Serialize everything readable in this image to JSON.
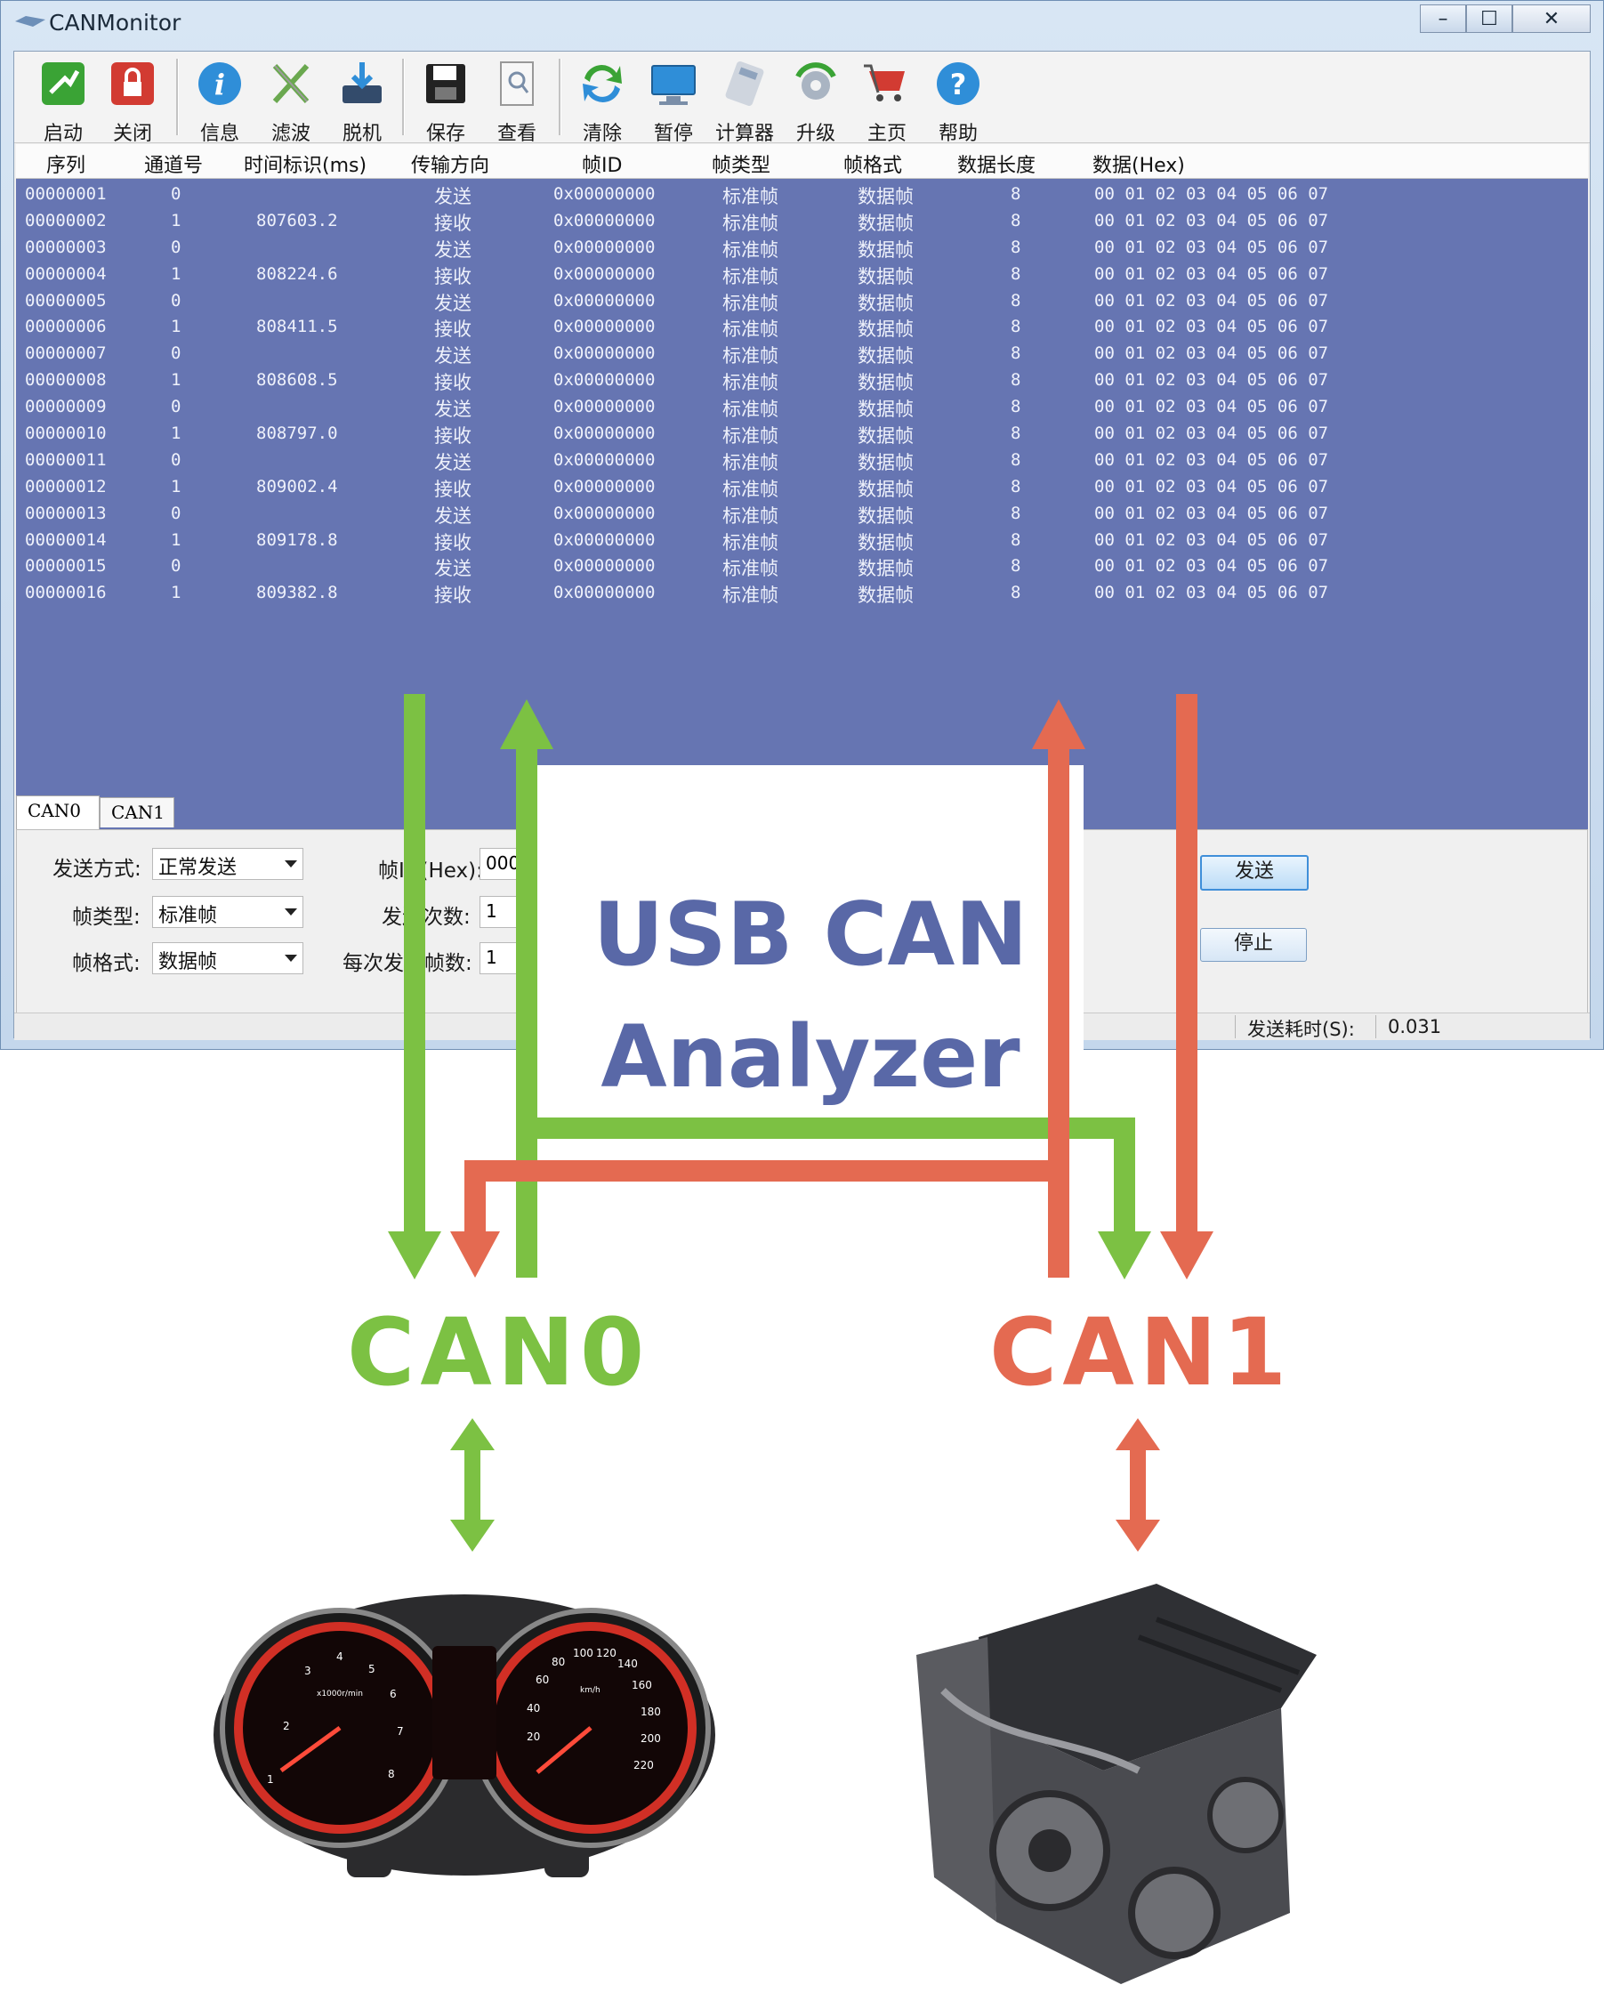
{
  "window": {
    "title": "CANMonitor",
    "controls": [
      "–",
      "☐",
      "✕"
    ]
  },
  "toolbar": {
    "items": [
      {
        "label": "启动",
        "icon": "start-icon"
      },
      {
        "label": "关闭",
        "icon": "close-device-icon"
      },
      {
        "label": "信息",
        "icon": "info-icon"
      },
      {
        "label": "滤波",
        "icon": "filter-icon"
      },
      {
        "label": "脱机",
        "icon": "offline-icon"
      },
      {
        "label": "保存",
        "icon": "save-icon"
      },
      {
        "label": "查看",
        "icon": "view-icon"
      },
      {
        "label": "清除",
        "icon": "clear-icon"
      },
      {
        "label": "暂停",
        "icon": "pause-icon"
      },
      {
        "label": "计算器",
        "icon": "calculator-icon"
      },
      {
        "label": "升级",
        "icon": "upgrade-icon"
      },
      {
        "label": "主页",
        "icon": "homepage-icon"
      },
      {
        "label": "帮助",
        "icon": "help-icon"
      }
    ]
  },
  "grid": {
    "headers": [
      "序列",
      "通道号",
      "时间标识(ms)",
      "传输方向",
      "帧ID",
      "帧类型",
      "帧格式",
      "数据长度",
      "数据(Hex)"
    ],
    "rows": [
      [
        "00000001",
        "0",
        "",
        "发送",
        "0x00000000",
        "标准帧",
        "数据帧",
        "8",
        "00 01 02 03 04 05 06 07"
      ],
      [
        "00000002",
        "1",
        "807603.2",
        "接收",
        "0x00000000",
        "标准帧",
        "数据帧",
        "8",
        "00 01 02 03 04 05 06 07"
      ],
      [
        "00000003",
        "0",
        "",
        "发送",
        "0x00000000",
        "标准帧",
        "数据帧",
        "8",
        "00 01 02 03 04 05 06 07"
      ],
      [
        "00000004",
        "1",
        "808224.6",
        "接收",
        "0x00000000",
        "标准帧",
        "数据帧",
        "8",
        "00 01 02 03 04 05 06 07"
      ],
      [
        "00000005",
        "0",
        "",
        "发送",
        "0x00000000",
        "标准帧",
        "数据帧",
        "8",
        "00 01 02 03 04 05 06 07"
      ],
      [
        "00000006",
        "1",
        "808411.5",
        "接收",
        "0x00000000",
        "标准帧",
        "数据帧",
        "8",
        "00 01 02 03 04 05 06 07"
      ],
      [
        "00000007",
        "0",
        "",
        "发送",
        "0x00000000",
        "标准帧",
        "数据帧",
        "8",
        "00 01 02 03 04 05 06 07"
      ],
      [
        "00000008",
        "1",
        "808608.5",
        "接收",
        "0x00000000",
        "标准帧",
        "数据帧",
        "8",
        "00 01 02 03 04 05 06 07"
      ],
      [
        "00000009",
        "0",
        "",
        "发送",
        "0x00000000",
        "标准帧",
        "数据帧",
        "8",
        "00 01 02 03 04 05 06 07"
      ],
      [
        "00000010",
        "1",
        "808797.0",
        "接收",
        "0x00000000",
        "标准帧",
        "数据帧",
        "8",
        "00 01 02 03 04 05 06 07"
      ],
      [
        "00000011",
        "0",
        "",
        "发送",
        "0x00000000",
        "标准帧",
        "数据帧",
        "8",
        "00 01 02 03 04 05 06 07"
      ],
      [
        "00000012",
        "1",
        "809002.4",
        "接收",
        "0x00000000",
        "标准帧",
        "数据帧",
        "8",
        "00 01 02 03 04 05 06 07"
      ],
      [
        "00000013",
        "0",
        "",
        "发送",
        "0x00000000",
        "标准帧",
        "数据帧",
        "8",
        "00 01 02 03 04 05 06 07"
      ],
      [
        "00000014",
        "1",
        "809178.8",
        "接收",
        "0x00000000",
        "标准帧",
        "数据帧",
        "8",
        "00 01 02 03 04 05 06 07"
      ],
      [
        "00000015",
        "0",
        "",
        "发送",
        "0x00000000",
        "标准帧",
        "数据帧",
        "8",
        "00 01 02 03 04 05 06 07"
      ],
      [
        "00000016",
        "1",
        "809382.8",
        "接收",
        "0x00000000",
        "标准帧",
        "数据帧",
        "8",
        "00 01 02 03 04 05 06 07"
      ]
    ]
  },
  "tabs": [
    "CAN0",
    "CAN1"
  ],
  "form": {
    "send_mode_label": "发送方式:",
    "send_mode_value": "正常发送",
    "frame_type_label": "帧类型:",
    "frame_type_value": "标准帧",
    "frame_format_label": "帧格式:",
    "frame_format_value": "数据帧",
    "frame_id_label": "帧ID(Hex):",
    "frame_id_value": "000",
    "send_count_label": "发送次数:",
    "send_count_value": "1",
    "frames_per_send_label": "每次发送帧数:",
    "frames_per_send_value": "1",
    "send_button": "发送",
    "stop_button": "停止"
  },
  "status": {
    "label": "发送耗时(S):",
    "value": "0.031"
  },
  "overlay": {
    "title": "USB CAN",
    "subtitle": "Analyzer",
    "can0": "CAN0",
    "can1": "CAN1",
    "dashboard_numbers": [
      "1",
      "2",
      "3",
      "4",
      "5",
      "6",
      "7",
      "8",
      "x1000r/min",
      "20",
      "40",
      "60",
      "80",
      "100",
      "120",
      "140",
      "160",
      "180",
      "200",
      "220",
      "km/h"
    ]
  },
  "colors": {
    "green": "#7cc143",
    "red": "#e46a51",
    "blue_text": "#5968a7",
    "grid_bg": "#6675b2"
  }
}
